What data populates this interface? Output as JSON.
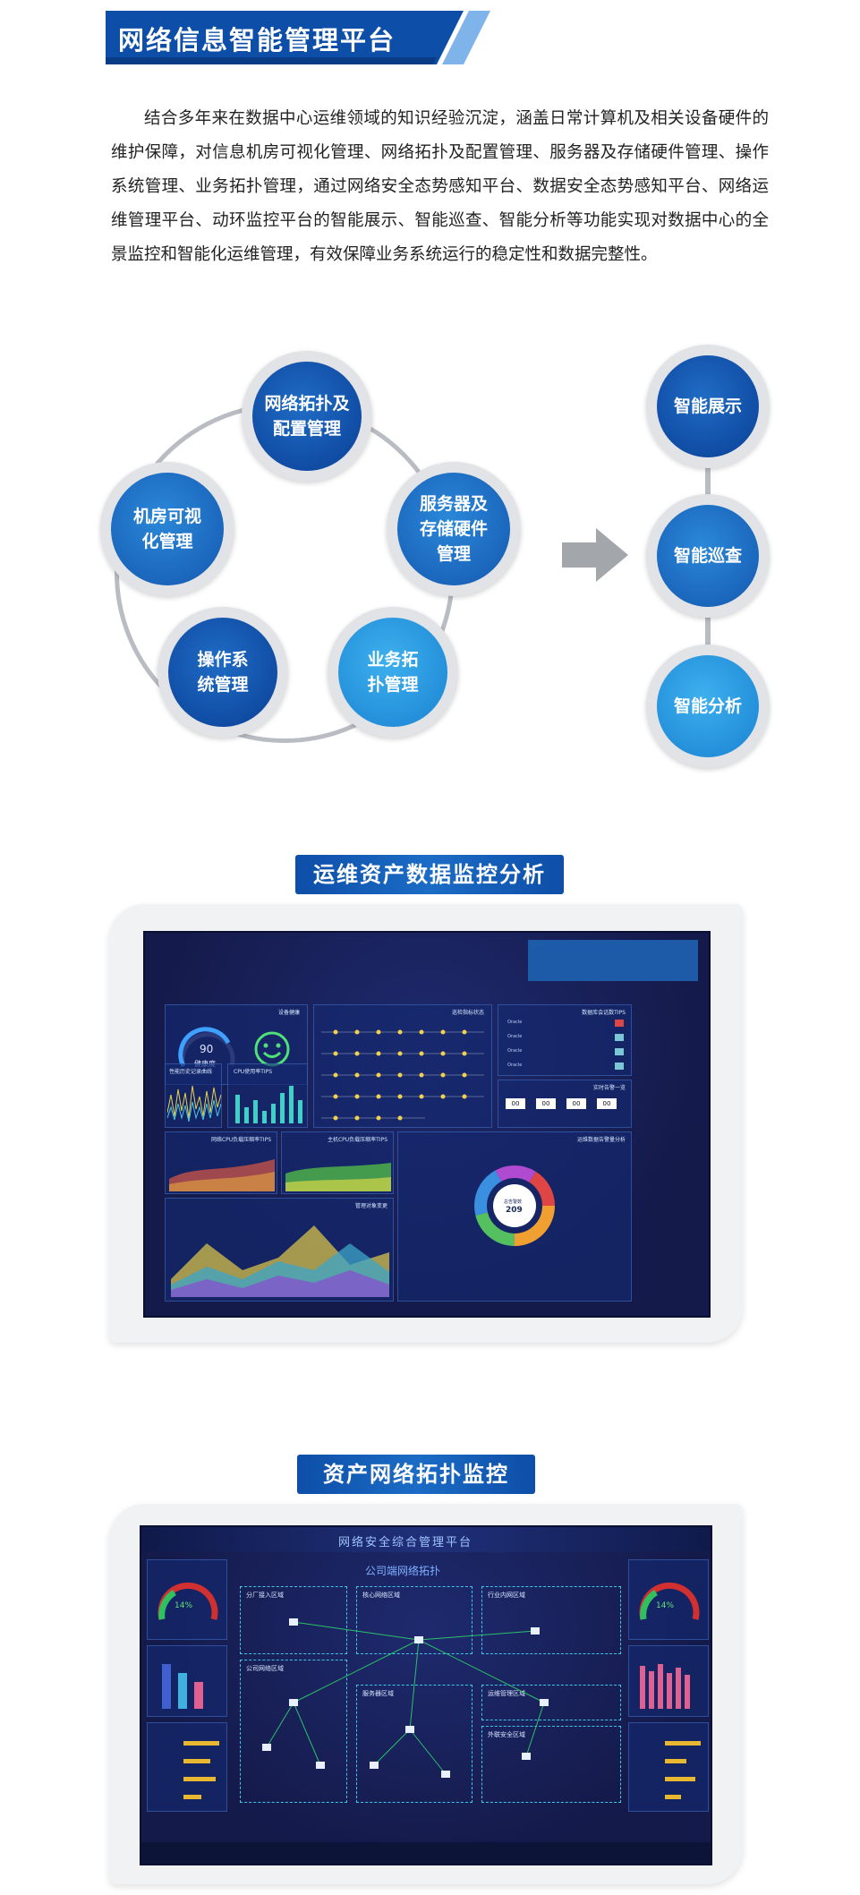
{
  "header": {
    "title": "网络信息智能管理平台",
    "colors": {
      "brand_blue": "#0d4ea8",
      "accent_light": "#7fb4ea"
    }
  },
  "intro": {
    "text": "结合多年来在数据中心运维领域的知识经验沉淀，涵盖日常计算机及相关设备硬件的维护保障，对信息机房可视化管理、网络拓扑及配置管理、服务器及存储硬件管理、操作系统管理、业务拓扑管理，通过网络安全态势感知平台、数据安全态势感知平台、网络运维管理平台、动环监控平台的智能展示、智能巡查、智能分析等功能实现对数据中心的全景监控和智能化运维管理，有效保障业务系统运行的稳定性和数据完整性。"
  },
  "diagram": {
    "cycle": [
      {
        "l1": "网络拓扑及",
        "l2": "配置管理"
      },
      {
        "l1": "服务器及",
        "l2": "存储硬件",
        "l3": "管理"
      },
      {
        "l1": "业务拓",
        "l2": "扑管理"
      },
      {
        "l1": "操作系",
        "l2": "统管理"
      },
      {
        "l1": "机房可视",
        "l2": "化管理"
      }
    ],
    "arrow_icon": "right-arrow-icon",
    "outputs": [
      "智能展示",
      "智能巡查",
      "智能分析"
    ]
  },
  "section1": {
    "heading": "运维资产数据监控分析",
    "dashboard": {
      "health_title": "设备健康",
      "health_value": "90",
      "health_label": "健康度",
      "inspect_title": "巡检指标状态",
      "db_title": "数据库会话数TIPS",
      "db_items": [
        "Oracle",
        "Oracle",
        "Oracle",
        "Oracle"
      ],
      "realtime_title": "实时告警一览",
      "realtime_counts": [
        "00",
        "00",
        "00",
        "00"
      ],
      "perf_title": "性能历史记录曲线",
      "cpu_title": "CPU使用率TIPS",
      "net_title": "网络CPU负载压缩率TIPS",
      "host_title": "主机CPU负载压缩率TIPS",
      "alarm_title": "运维数据告警量分析",
      "center_label": "总告警数",
      "center_value": "209",
      "mgmt_title": "管理对象变更"
    }
  },
  "section2": {
    "heading": "资产网络拓扑监控",
    "dashboard": {
      "title": "网络安全综合管理平台",
      "topo_title": "公司端网络拓扑",
      "gauge_left": "14%",
      "gauge_right": "14%",
      "zones": [
        "分厂接入区域",
        "核心网络区域",
        "行业内网区域",
        "公司网络区域",
        "服务器区域",
        "运维管理区域",
        "外联安全区域"
      ]
    }
  }
}
